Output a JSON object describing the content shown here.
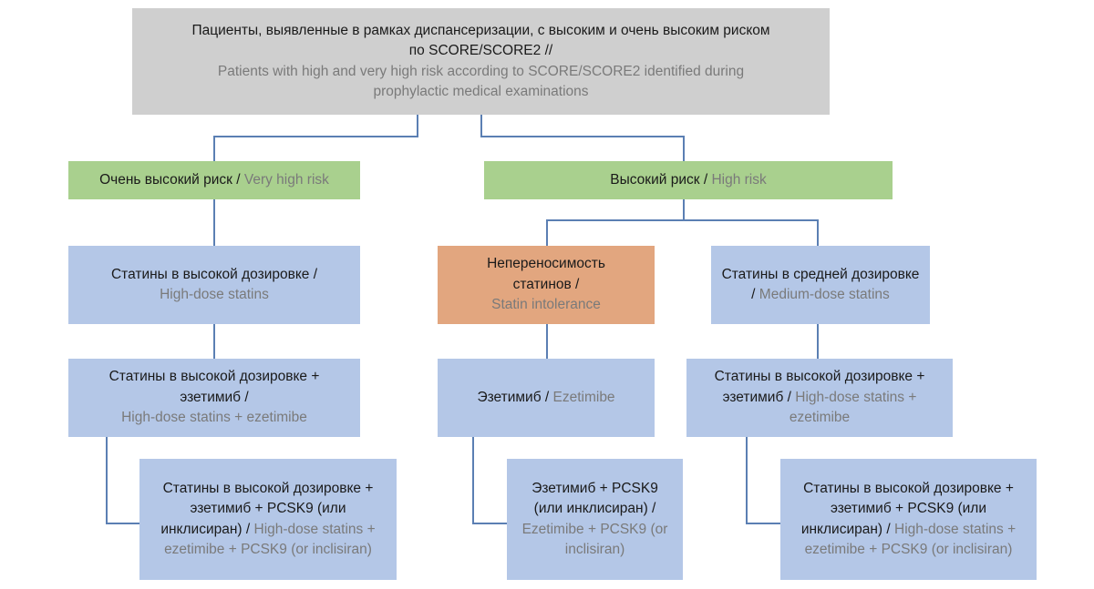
{
  "colors": {
    "root_box": "#cfcfcf",
    "risk_box": "#a9d08e",
    "therapy_box": "#b4c7e7",
    "intolerance_box": "#e2a67f",
    "connector": "#5b7fb3",
    "russian_text": "#1a1a1a",
    "english_text": "#7a7a7a"
  },
  "nodes": {
    "root": {
      "ru": "Пациенты, выявленные в рамках диспансеризации, с высоким и очень высоким риском по SCORE/SCORE2 //",
      "en": "Patients with high and very high risk according to SCORE/SCORE2 identified during prophylactic medical examinations"
    },
    "very_high_risk": {
      "ru": "Очень высокий риск",
      "sep": " / ",
      "en": "Very high risk"
    },
    "high_risk": {
      "ru": "Высокий риск",
      "sep": " / ",
      "en": "High risk"
    },
    "vh_step1": {
      "ru": "Статины в высокой дозировке /",
      "en": "High-dose statins"
    },
    "vh_step2": {
      "ru": "Статины в высокой дозировке + эзетимиб /",
      "en": "High-dose statins + ezetimibe"
    },
    "vh_step3": {
      "ru": "Статины в высокой дозировке + эзетимиб + PCSK9 (или инклисиран) /",
      "en": "High-dose statins + ezetimibe + PCSK9 (or inclisiran)"
    },
    "h_intolerance": {
      "ru": "Непереносимость статинов /",
      "en": "Statin intolerance"
    },
    "h_ezetimibe": {
      "ru": "Эзетимиб",
      "sep": " / ",
      "en": "Ezetimibe"
    },
    "h_ezetimibe_pcsk9": {
      "ru": "Эзетимиб + PCSK9 (или инклисиран) /",
      "en": "Ezetimibe + PCSK9 (or inclisiran)"
    },
    "h_medium": {
      "ru": "Статины в средней дозировке /",
      "en": "Medium-dose statins"
    },
    "h_step2": {
      "ru": "Статины в высокой дозировке + эзетимиб /",
      "en": "High-dose statins + ezetimibe"
    },
    "h_step3": {
      "ru": "Статины в высокой дозировке + эзетимиб + PCSK9 (или инклисиран) /",
      "en": "High-dose statins + ezetimibe + PCSK9 (or inclisiran)"
    }
  }
}
